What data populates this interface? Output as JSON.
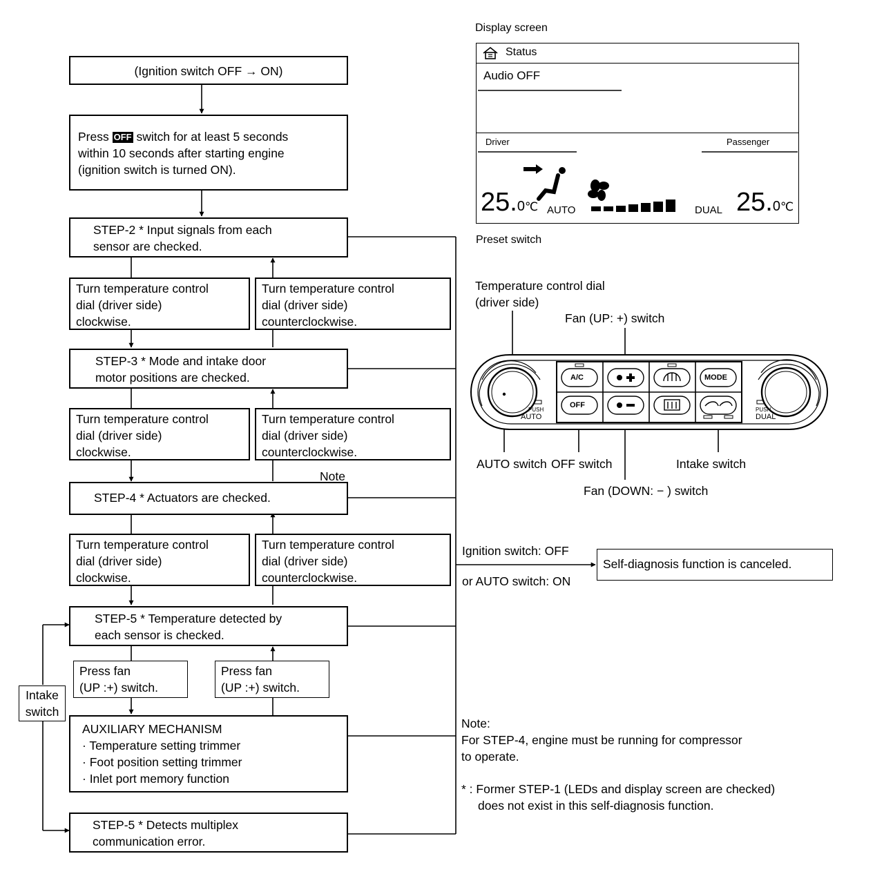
{
  "flow": {
    "ignition_on": "(Ignition switch OFF → ON)",
    "press_off": {
      "before": "Press ",
      "badge": "OFF",
      "after": " switch for at least 5 seconds",
      "line2": "within 10 seconds after starting engine",
      "line3": "(ignition switch is turned ON)."
    },
    "step2": [
      "STEP-2 * Input signals from each",
      "sensor are checked."
    ],
    "step3": [
      "STEP-3 * Mode and intake door",
      "motor positions are checked."
    ],
    "step4": [
      "STEP-4 * Actuators are checked."
    ],
    "step5": [
      "STEP-5 * Temperature detected by",
      "each sensor is checked."
    ],
    "step5b": [
      "STEP-5 * Detects multiplex",
      "communication error."
    ],
    "turn_cw": [
      "Turn temperature control",
      "dial (driver side)",
      "clockwise."
    ],
    "turn_ccw": [
      "Turn temperature control",
      "dial (driver side)",
      "counterclockwise."
    ],
    "press_fan": [
      "Press fan",
      "(UP :+) switch."
    ],
    "aux": [
      "AUXILIARY MECHANISM",
      "· Temperature setting trimmer",
      "· Foot position setting trimmer",
      "· Inlet port memory function"
    ],
    "intake_switch": [
      "Intake",
      "switch"
    ],
    "note_label": "Note"
  },
  "display": {
    "caption": "Display screen",
    "status": "Status",
    "audio": "Audio OFF",
    "driver": "Driver",
    "passenger": "Passenger",
    "temp_left_int": "25.",
    "temp_left_dec": "0",
    "temp_unit": "℃",
    "auto": "AUTO",
    "dual": "DUAL",
    "temp_right_int": "25.",
    "temp_right_dec": "0"
  },
  "preset": {
    "caption": "Preset switch",
    "temp_dial": [
      "Temperature control dial",
      "(driver side)"
    ],
    "fan_up": "Fan (UP: +) switch",
    "auto_switch": [
      "AUTO",
      "switch"
    ],
    "off_switch": [
      "OFF",
      "switch"
    ],
    "fan_down": [
      "Fan",
      "(DOWN: − )",
      "switch"
    ],
    "intake": "Intake switch",
    "btn_ac": "A/C",
    "btn_mode": "MODE",
    "btn_off": "OFF",
    "push": "PUSH",
    "auto_lbl": "AUTO",
    "dual_lbl": "DUAL"
  },
  "cancel": {
    "cond1": "Ignition switch: OFF",
    "cond2": "or AUTO switch: ON",
    "result": "Self-diagnosis function is canceled."
  },
  "notes": {
    "note_title": "Note:",
    "note_body": [
      "For STEP-4, engine must be running for compressor",
      "to operate."
    ],
    "footnote": [
      "* : Former STEP-1 (LEDs and display screen are checked)",
      "does not exist in this self-diagnosis function."
    ]
  }
}
